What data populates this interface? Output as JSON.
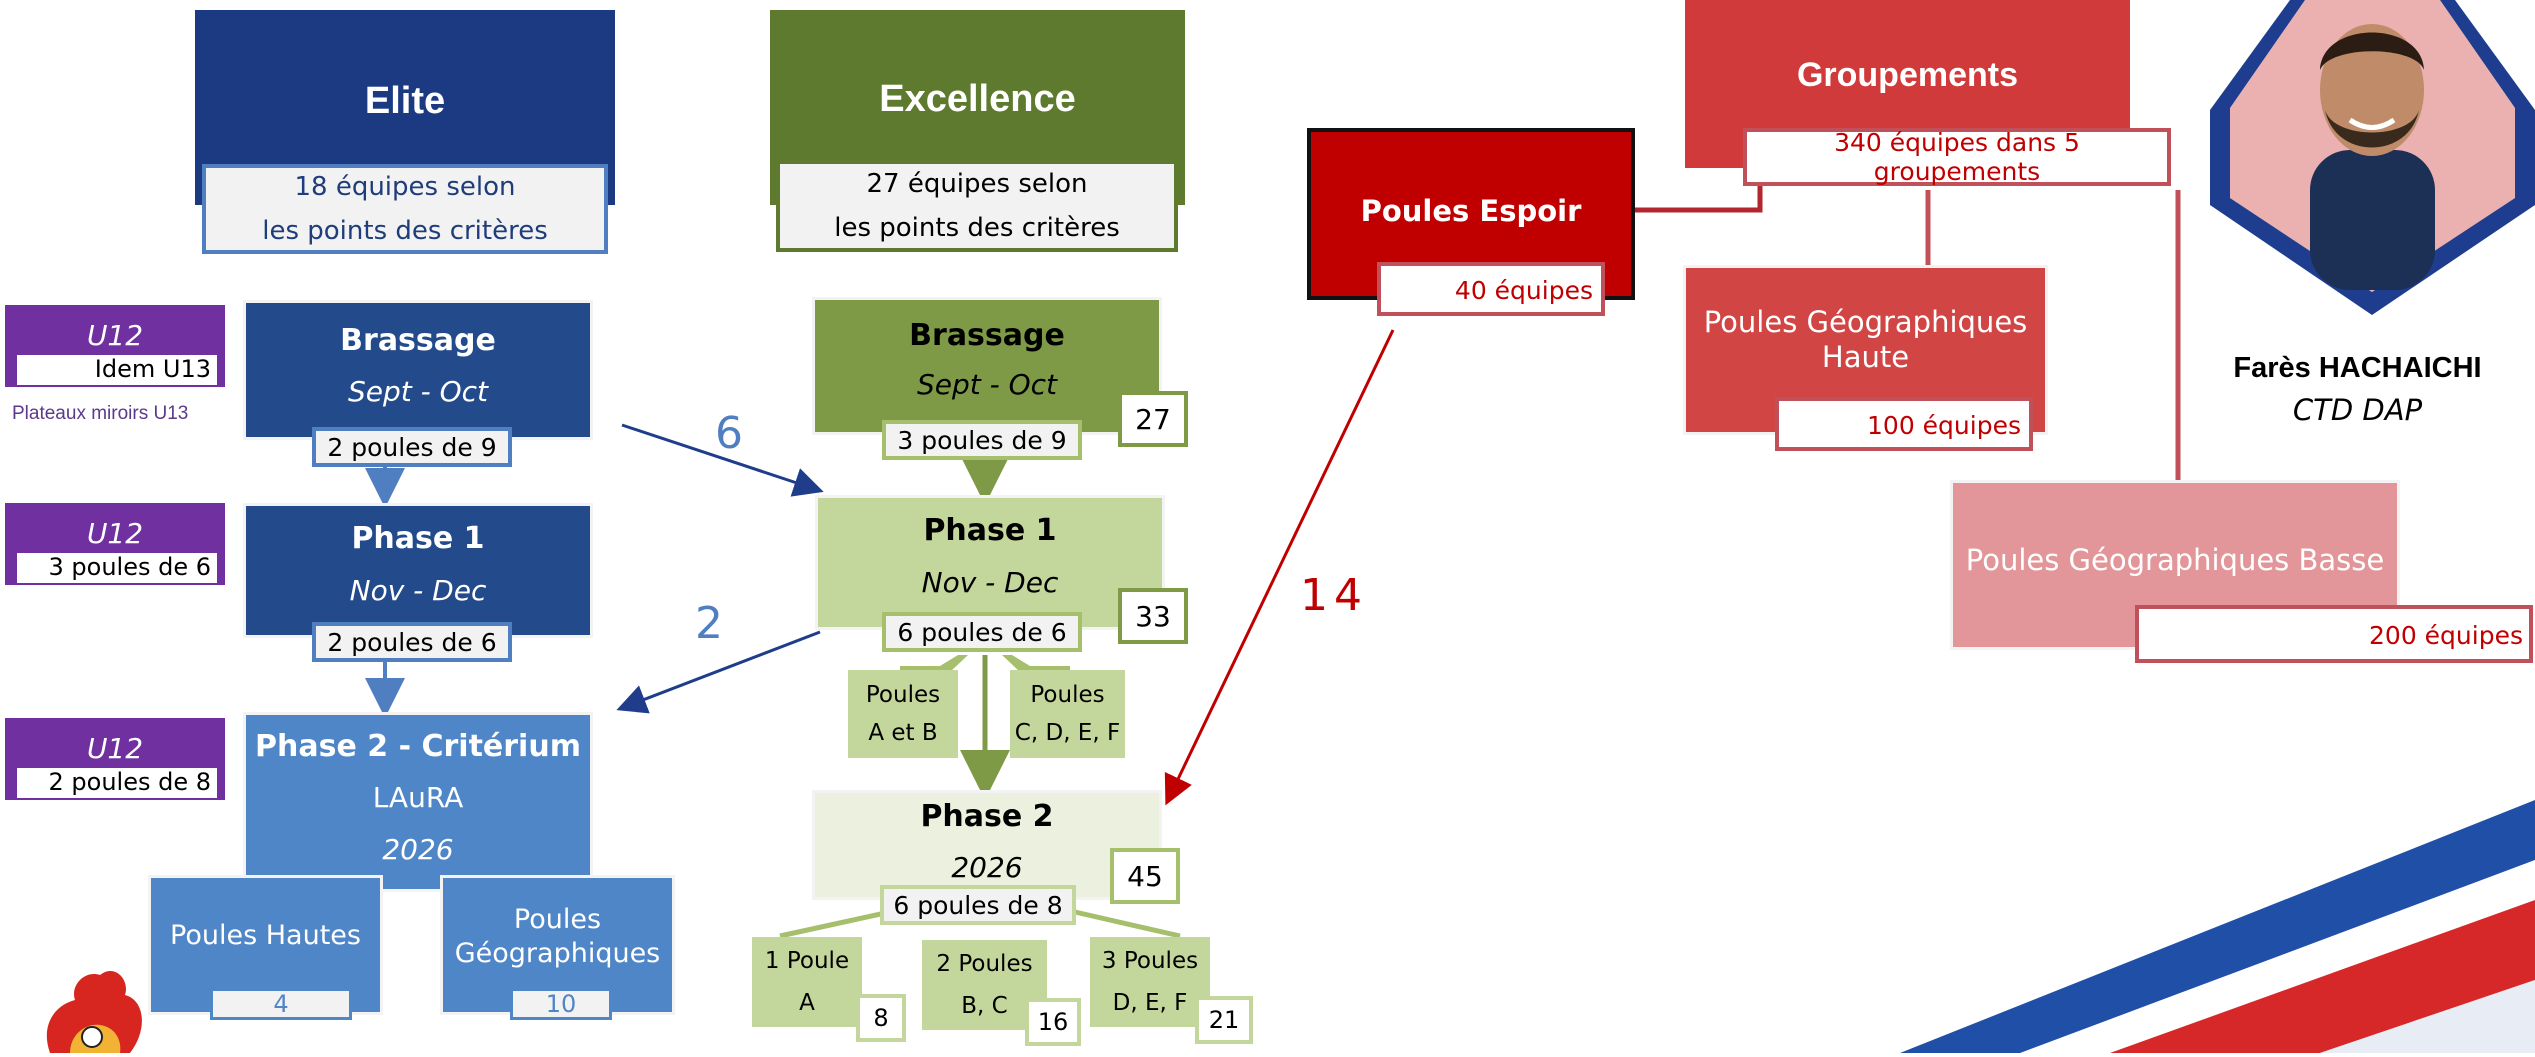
{
  "elite": {
    "title": "Elite",
    "desc1": "18 équipes selon",
    "desc2": "les points des critères",
    "brassage": {
      "title": "Brassage",
      "dates": "Sept - Oct",
      "poules": "2 poules de 9"
    },
    "phase1": {
      "title": "Phase 1",
      "dates": "Nov - Dec",
      "poules": "2 poules de 6"
    },
    "phase2": {
      "title": "Phase 2 - Critérium",
      "sub": "LAuRA",
      "year": "2026"
    },
    "hautes": {
      "label": "Poules Hautes",
      "count": "4"
    },
    "geo": {
      "label1": "Poules",
      "label2": "Géographiques",
      "count": "10"
    }
  },
  "u12": [
    {
      "tag": "U12",
      "text": "Idem U13"
    },
    {
      "tag": "U12",
      "text": "3 poules de 6"
    },
    {
      "tag": "U12",
      "text": "2 poules de 8"
    }
  ],
  "plateaux": "Plateaux miroirs U13",
  "excellence": {
    "title": "Excellence",
    "desc1": "27 équipes selon",
    "desc2": "les points des critères",
    "brassage": {
      "title": "Brassage",
      "dates": "Sept - Oct",
      "poules": "3 poules de 9",
      "count": "27"
    },
    "phase1": {
      "title": "Phase 1",
      "dates": "Nov - Dec",
      "poules": "6 poules de 6",
      "count": "33"
    },
    "split_ab": {
      "line1": "Poules",
      "line2": "A et B"
    },
    "split_cf": {
      "line1": "Poules",
      "line2": "C, D, E, F"
    },
    "phase2": {
      "title": "Phase 2",
      "year": "2026",
      "poules": "6 poules de 8",
      "count": "45"
    },
    "sub": [
      {
        "line1": "1 Poule",
        "line2": "A",
        "count": "8"
      },
      {
        "line1": "2 Poules",
        "line2": "B, C",
        "count": "16"
      },
      {
        "line1": "3 Poules",
        "line2": "D, E, F",
        "count": "21"
      }
    ]
  },
  "arrows": {
    "six": "6",
    "two": "2",
    "fourteen": "14"
  },
  "espoir": {
    "title": "Poules Espoir",
    "count": "40 équipes"
  },
  "groupements": {
    "title": "Groupements",
    "desc": "340 équipes dans 5 groupements",
    "haute": {
      "line1": "Poules Géographiques",
      "line2": "Haute",
      "count": "100 équipes"
    },
    "basse": {
      "label": "Poules Géographiques Basse",
      "count": "200 équipes"
    }
  },
  "person": {
    "name": "Farès HACHAICHI",
    "role": "CTD DAP"
  },
  "colors": {
    "elite_dark": "#1f3d7a",
    "elite_mid": "#2f5796",
    "elite_light": "#4f86c8",
    "exc_dark": "#5e7a2e",
    "exc_mid": "#7f9a46",
    "exc_light": "#c3d69b",
    "purple": "#7030a0",
    "red_dark": "#c00000",
    "red_mid": "#d24545",
    "red_light": "#e3969a"
  }
}
